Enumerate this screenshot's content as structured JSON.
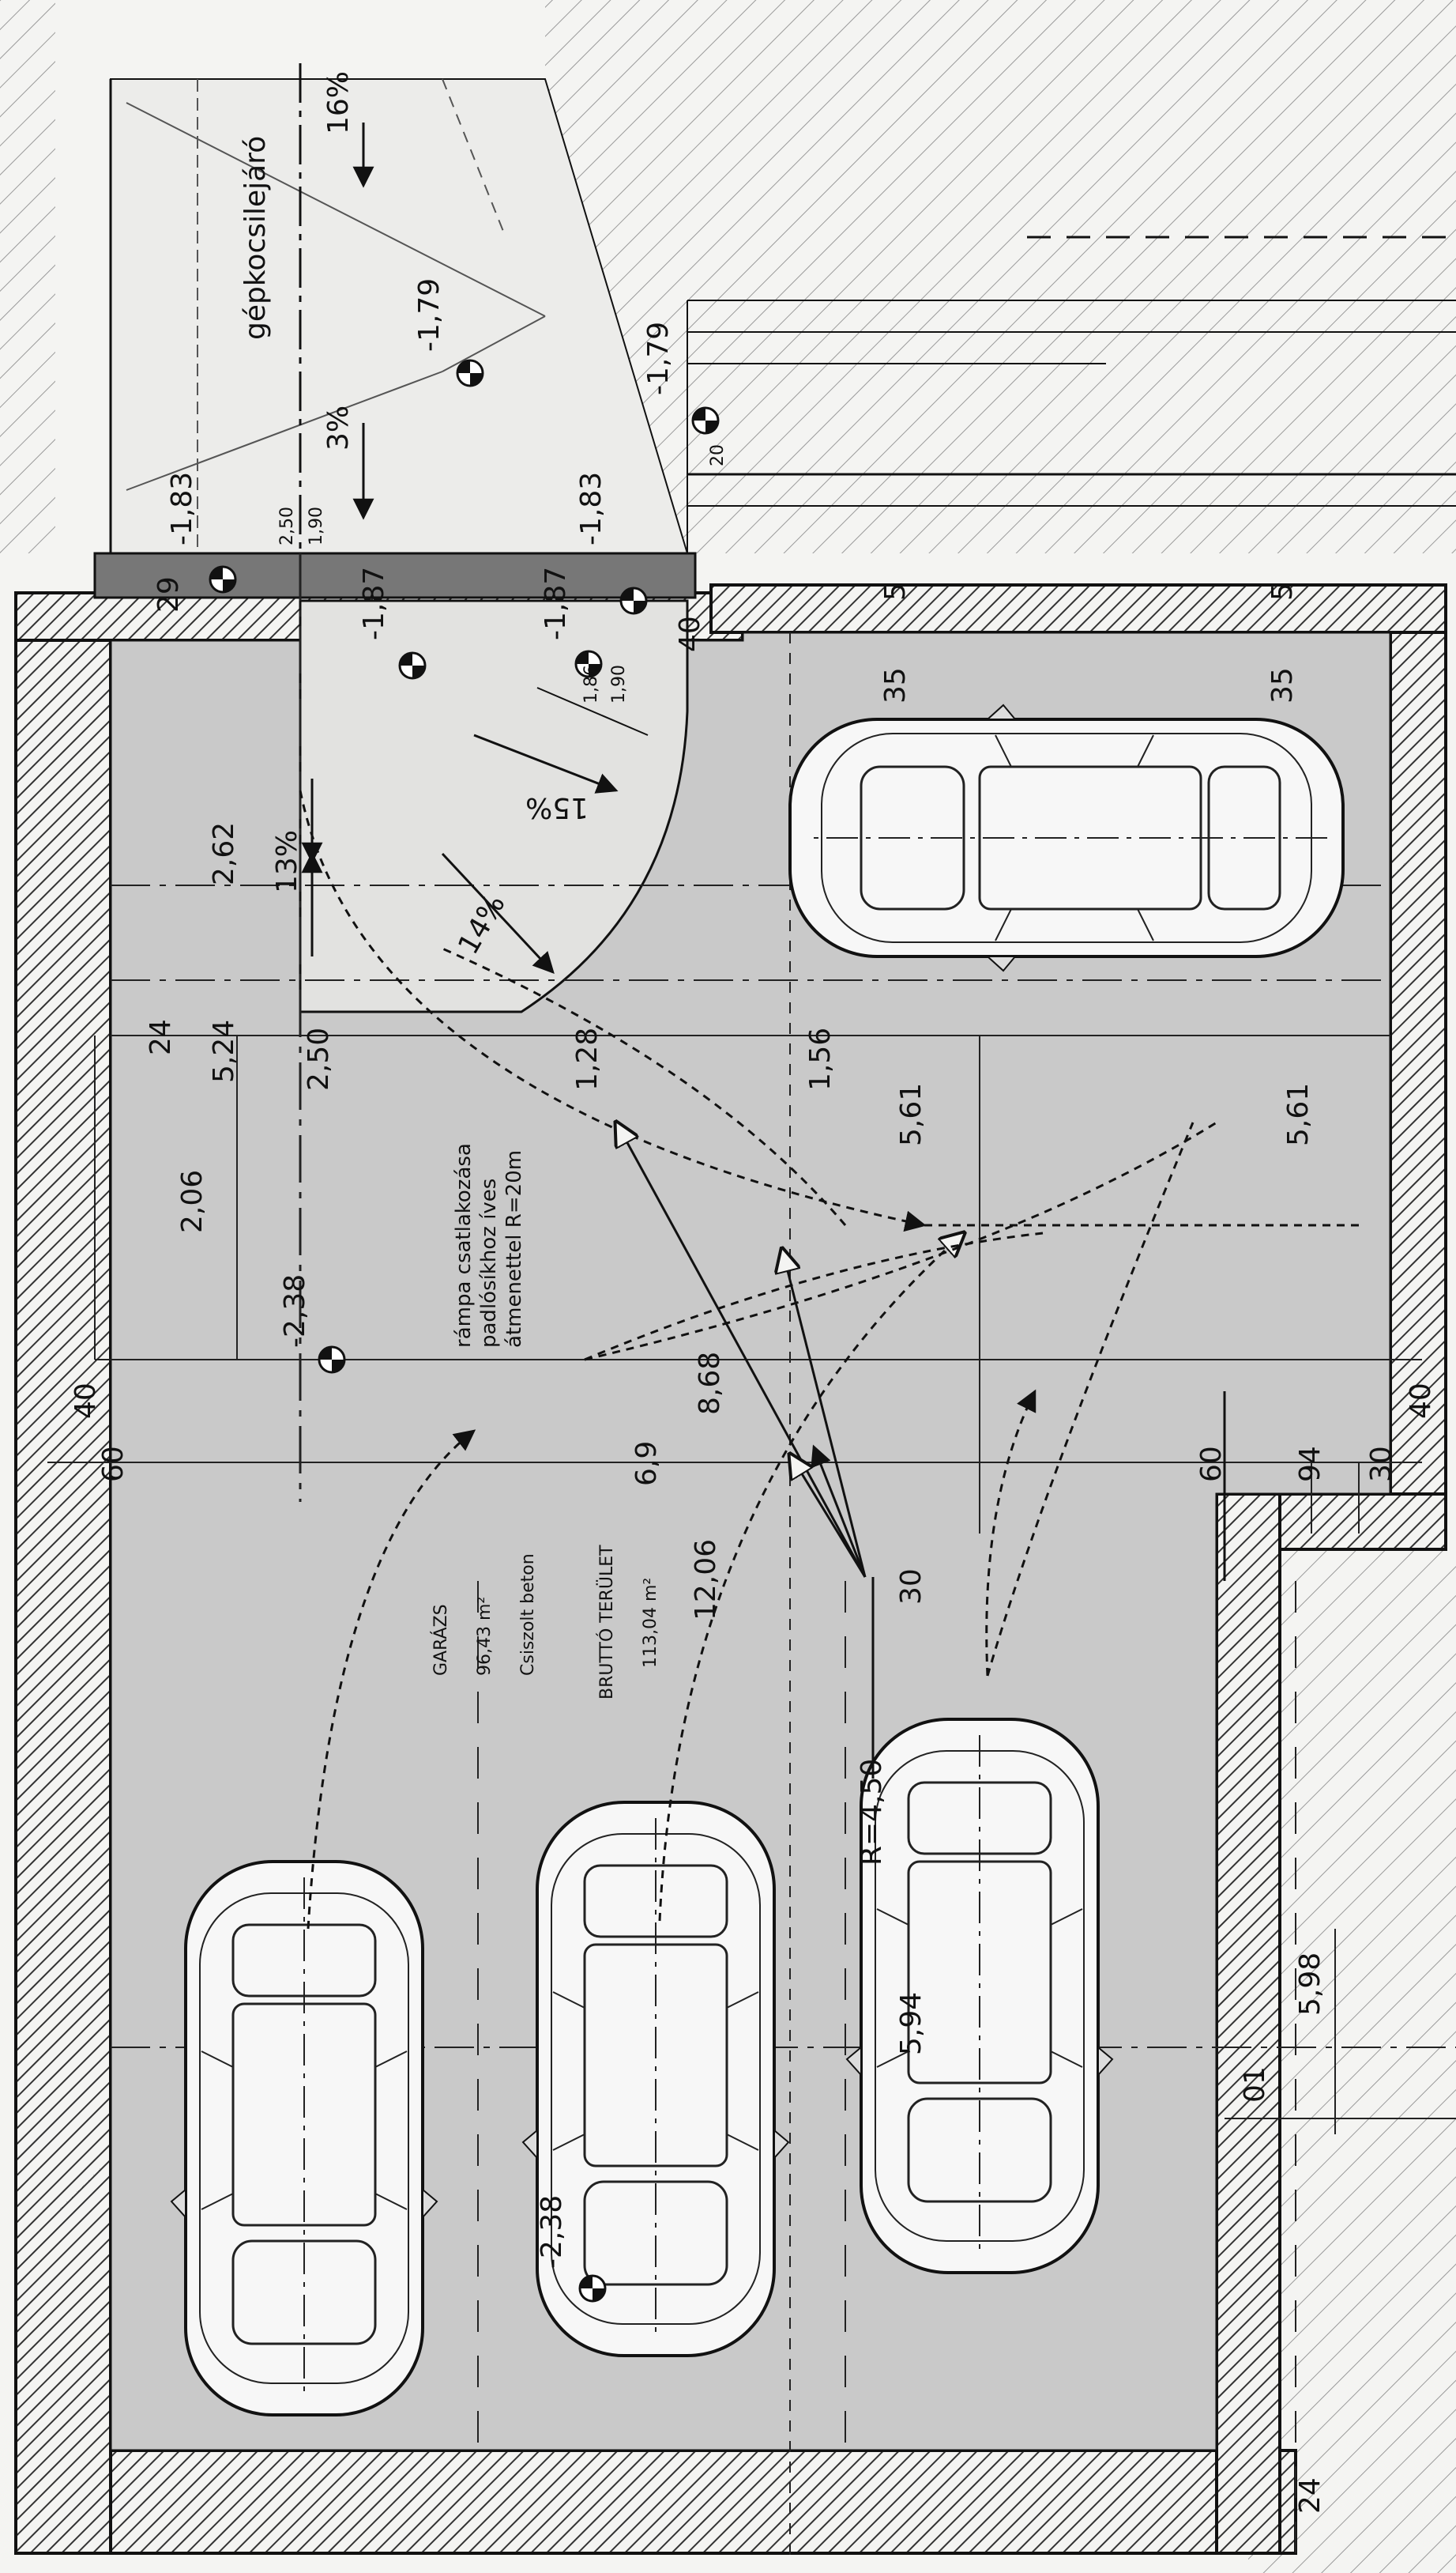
{
  "labels": {
    "driveway": "gépkocsilejáró",
    "garage_name": "GARÁZS",
    "garage_area": "96,43 m²",
    "garage_floor": "Csiszolt beton",
    "gross_name": "BRUTTÓ TERÜLET",
    "gross_area": "113,04 m²",
    "ramp_line1": "rámpa csatlakozása",
    "ramp_line2": "padlósíkhoz íves",
    "ramp_line3": "átmenettel R=20m",
    "radius": "R=4,50"
  },
  "slopes": {
    "s16": "16%",
    "s3": "3%",
    "s13": "13%",
    "s14": "14%",
    "s15": "15%"
  },
  "levels": {
    "l179a": "-1,79",
    "l179b": "-1,79",
    "l183a": "-1,83",
    "l183b": "-1,83",
    "l187a": "-1,87",
    "l187b": "-1,87",
    "l238a": "-2,38",
    "l238b": "-2,38"
  },
  "small": {
    "s250": "2,50",
    "s190a": "1,90",
    "s190b": "1,90",
    "s186": "1,86",
    "s20": "20"
  },
  "dims": {
    "d5a": "5",
    "d5b": "5",
    "d35a": "35",
    "d35b": "35",
    "d40a": "40",
    "d29": "29",
    "d262": "2,62",
    "d524": "5,24",
    "d24a": "24",
    "d250": "2,50",
    "d128": "1,28",
    "d156": "1,56",
    "d561a": "5,61",
    "d561b": "5,61",
    "d206": "2,06",
    "d40b": "40",
    "d40c": "40",
    "d60a": "60",
    "d868": "8,68",
    "d69": "6,9",
    "d1206": "12,06",
    "d30a": "30",
    "d60b": "60",
    "d94": "94",
    "d30b": "30",
    "d598": "5,98",
    "d594": "5,94",
    "d24b": "24",
    "d01": "01"
  },
  "colors": {
    "floor": "#c9c9c9",
    "hatch": "#666666",
    "line": "#111111",
    "paper": "#f4f4f2"
  }
}
